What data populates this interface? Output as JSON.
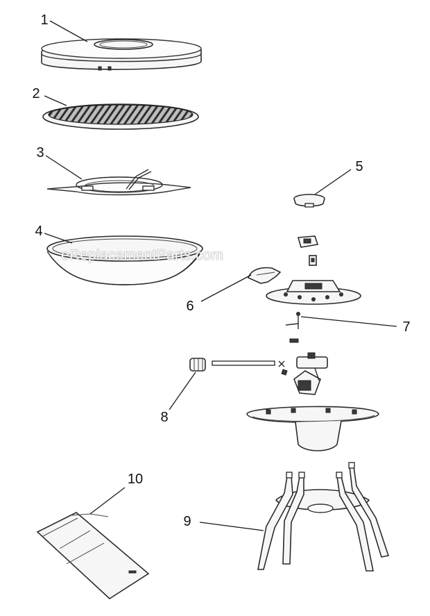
{
  "watermark": "eReplacementParts.com",
  "callouts": [
    {
      "number": "1"
    },
    {
      "number": "2"
    },
    {
      "number": "3"
    },
    {
      "number": "4"
    },
    {
      "number": "5"
    },
    {
      "number": "6"
    },
    {
      "number": "7"
    },
    {
      "number": "8"
    },
    {
      "number": "9"
    },
    {
      "number": "10"
    }
  ]
}
